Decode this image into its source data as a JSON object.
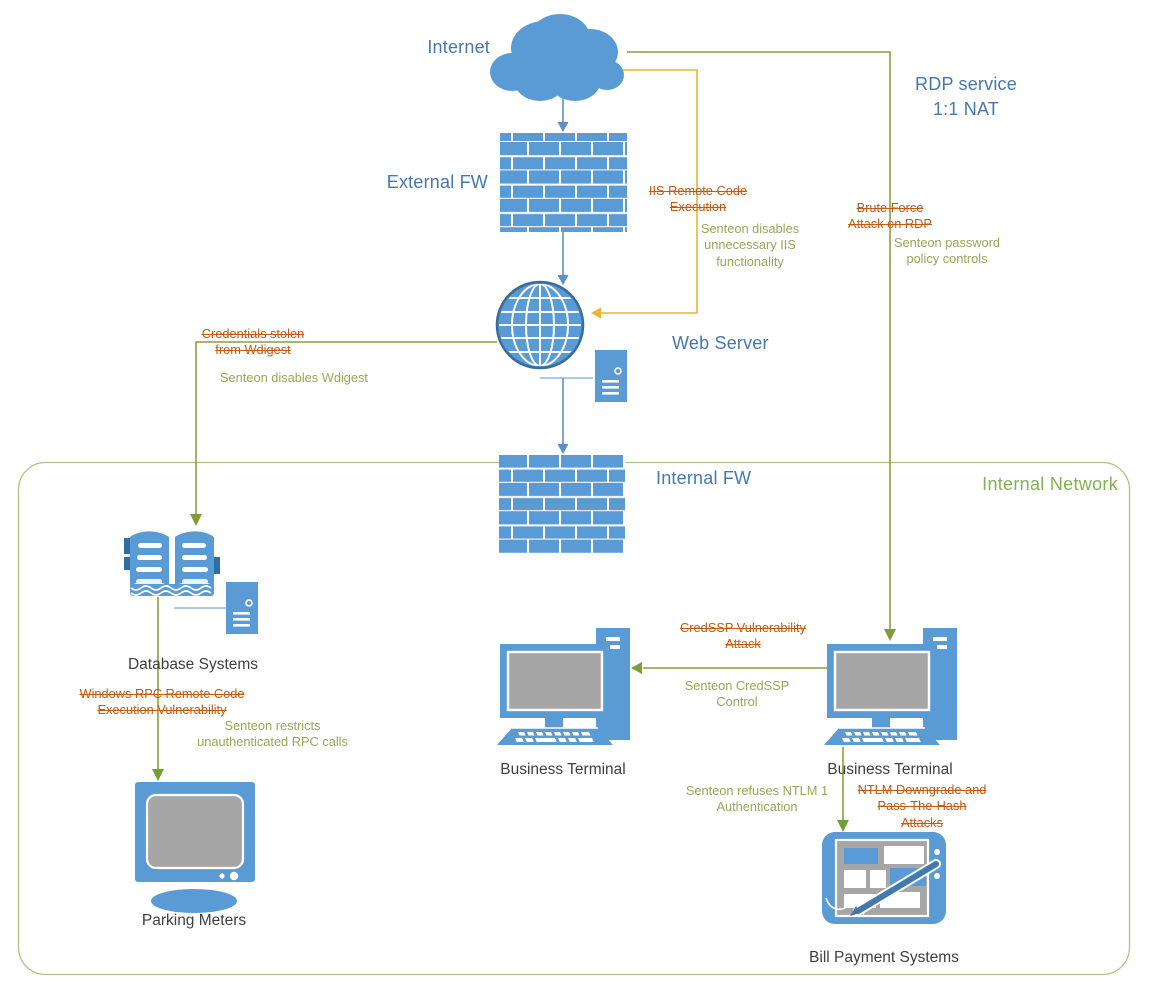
{
  "diagram": {
    "node_labels": {
      "internet": "Internet",
      "external_fw": "External FW",
      "web_server": "Web Server",
      "internal_fw": "Internal FW",
      "rdp_service": "RDP service\n1:1 NAT",
      "internal_network": "Internal Network",
      "database_systems": "Database Systems",
      "parking_meters": "Parking Meters",
      "business_terminal_left": "Business Terminal",
      "business_terminal_right": "Business Terminal",
      "bill_payment_systems": "Bill Payment Systems"
    },
    "attacks": {
      "iis_rce": "IIS Remote Code\nExecution",
      "brute_force_rdp": "Brute Force\nAttack on RDP",
      "wdigest_credentials": "Credentials stolen\nfrom Wdigest",
      "windows_rpc": "Windows RPC Remote Code\nExecution Vulnerability",
      "credssp": "CredSSP Vulnerability\nAttack",
      "ntlm": "NTLM Downgrade and\nPass-The-Hash\nAttacks"
    },
    "mitigations": {
      "iis": "Senteon disables\nunnecessary IIS\nfunctionality",
      "password_policy": "Senteon password\npolicy controls",
      "wdigest": "Senteon disables Wdigest",
      "rpc": "Senteon restricts\nunauthenticated RPC calls",
      "credssp": "Senteon CredSSP\nControl",
      "ntlm": "Senteon refuses NTLM 1\nAuthentication"
    },
    "colors": {
      "icon_blue": "#5B9BD5",
      "label_blue": "#4478AE",
      "attack_orange": "#C55A11",
      "mitigation_green": "#9AA757",
      "network_green": "#83B152",
      "network_border": "#AFC380",
      "line_olive": "#8F9C3B",
      "line_yellow": "#E9B62F",
      "line_blue": "#5B8FC9",
      "screen_gray": "#A6A6A6",
      "device_label": "#3F3F3F"
    }
  }
}
